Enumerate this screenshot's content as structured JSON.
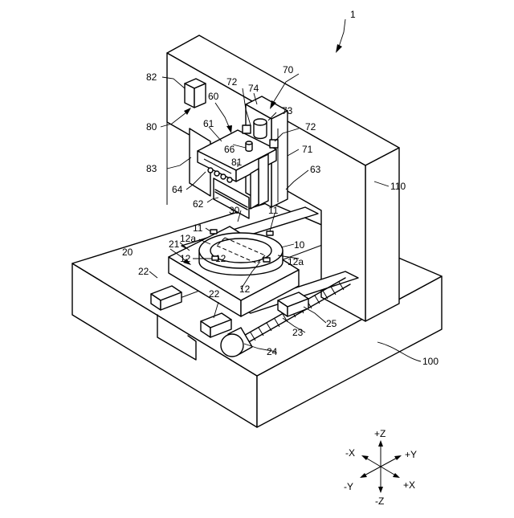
{
  "figure": {
    "assembly_ref": "1",
    "labels": {
      "l100": "100",
      "l110": "110",
      "l10": "10",
      "l11a": "11",
      "l11b": "11",
      "l12a": "12",
      "l12b": "12",
      "l12c": "12",
      "l12a_a": "12a",
      "l12a_b": "12a",
      "l20": "20",
      "l21": "21",
      "l22a": "22",
      "l22b": "22",
      "l23": "23",
      "l24": "24",
      "l25": "25",
      "l30": "30",
      "l60": "60",
      "l61": "61",
      "l62": "62",
      "l63": "63",
      "l64": "64",
      "l66": "66",
      "l70": "70",
      "l71": "71",
      "l72a": "72",
      "l72b": "72",
      "l73": "73",
      "l74": "74",
      "l80": "80",
      "l81": "81",
      "l82": "82",
      "l83": "83"
    },
    "axes": {
      "pz": "+Z",
      "nz": "-Z",
      "px": "+X",
      "nx": "-X",
      "py": "+Y",
      "ny": "-Y"
    }
  }
}
